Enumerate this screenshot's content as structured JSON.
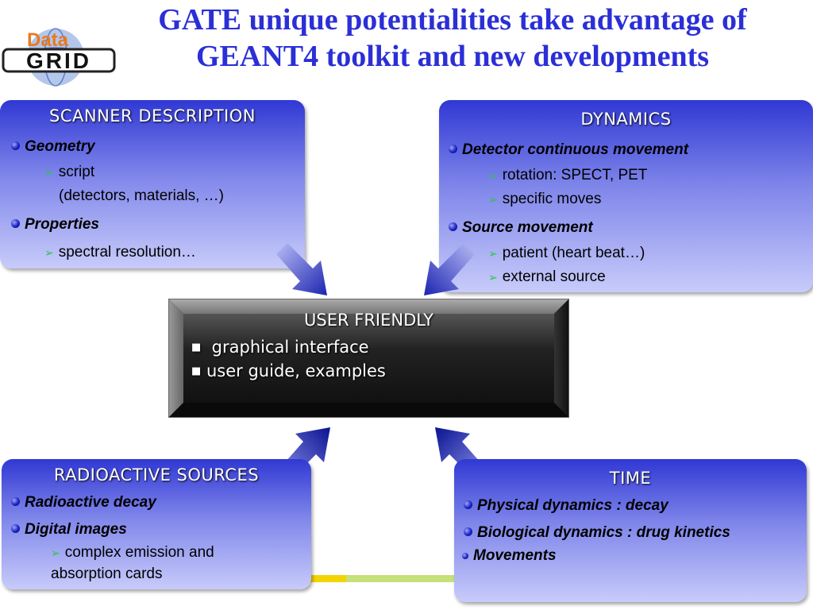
{
  "title": {
    "line1": "GATE unique potentialities take advantage of",
    "line2": "GEANT4 toolkit and new developments"
  },
  "logo": {
    "word1": "Data",
    "word2": "GRID"
  },
  "scanner": {
    "heading": "SCANNER DESCRIPTION",
    "items": [
      {
        "label": "Geometry",
        "subs": [
          "script",
          "(detectors, materials, …)"
        ]
      },
      {
        "label": "Properties",
        "subs": [
          "spectral resolution…"
        ]
      }
    ]
  },
  "dynamics": {
    "heading": "DYNAMICS",
    "items": [
      {
        "label": "Detector continuous movement",
        "subs": [
          "rotation: SPECT, PET",
          "specific moves"
        ]
      },
      {
        "label": "Source movement",
        "subs": [
          "patient (heart beat…)",
          "external source"
        ]
      }
    ]
  },
  "user_friendly": {
    "heading": "USER FRIENDLY",
    "items": [
      "graphical interface",
      "user guide, examples"
    ]
  },
  "sources": {
    "heading": "RADIOACTIVE SOURCES",
    "items": [
      {
        "label": "Radioactive decay",
        "subs": []
      },
      {
        "label": "Digital images",
        "subs": [
          "complex emission and",
          "absorption cards"
        ]
      }
    ]
  },
  "time": {
    "heading": "TIME",
    "items": [
      "Physical dynamics : decay",
      "Biological dynamics : drug kinetics",
      "Movements"
    ]
  },
  "colors": {
    "title": "#2b2fd6",
    "panel_top": "#3038d4",
    "panel_bottom": "#c8cbfa",
    "sub_bullet": "#2ec44a"
  }
}
